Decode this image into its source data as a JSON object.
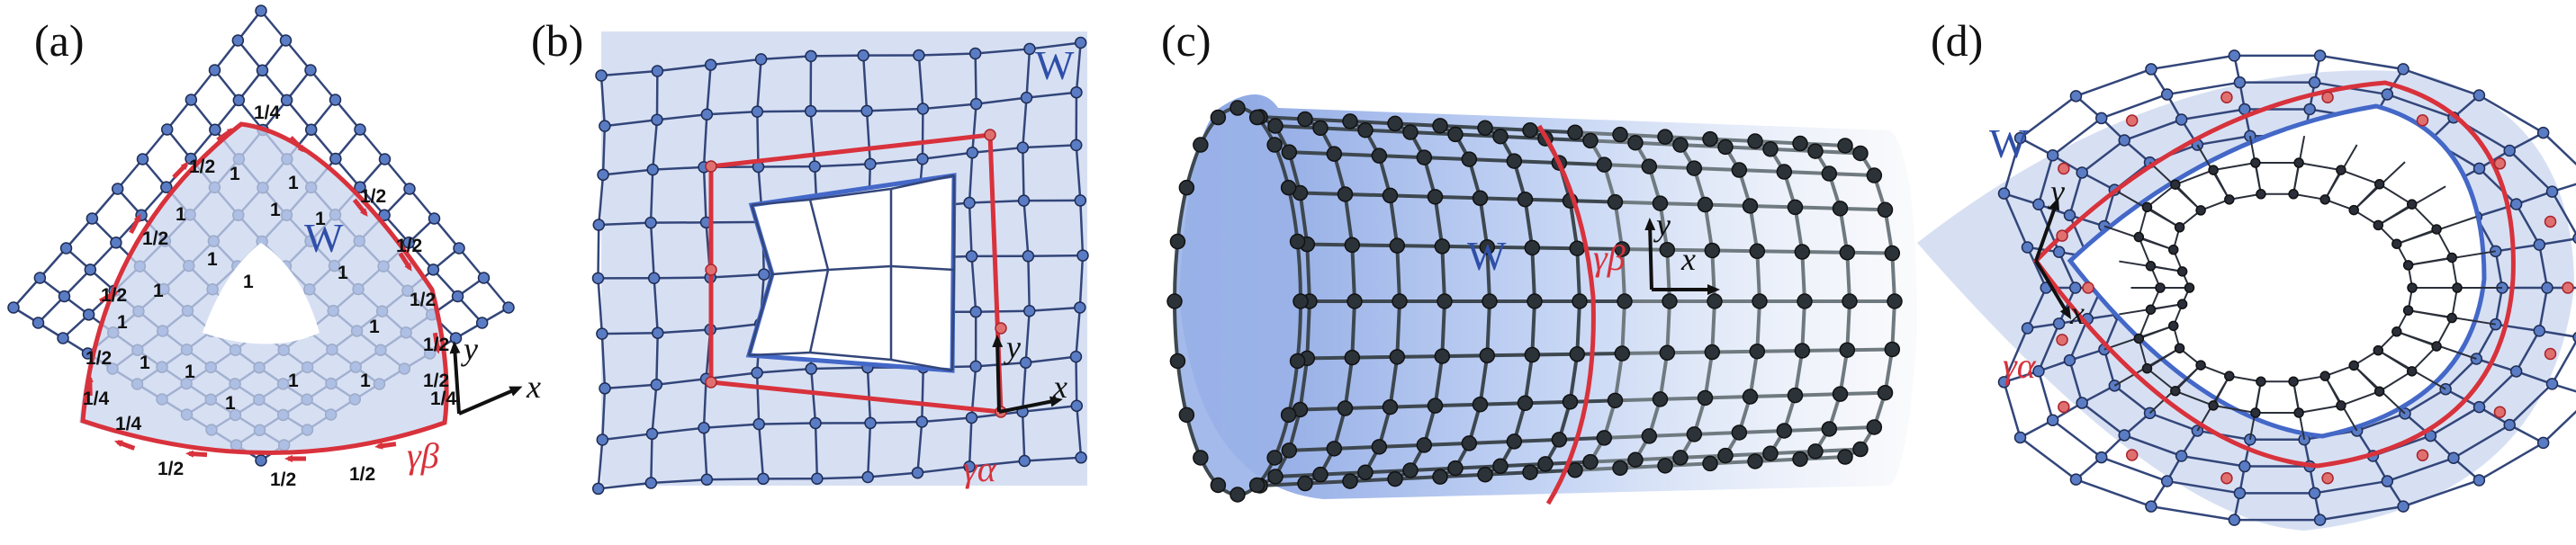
{
  "panels": [
    {
      "label": "(a)",
      "region": "W",
      "gamma": "γβ",
      "axes": [
        "x",
        "y"
      ],
      "weights": [
        "1/4",
        "1/2",
        "1/2",
        "1/2",
        "1/2",
        "1/2",
        "1/2",
        "1/4",
        "1/2",
        "1/2",
        "1/2",
        "1/2",
        "1/2",
        "1/2",
        "1/4",
        "1/4",
        "1",
        "1",
        "1",
        "1",
        "1",
        "1",
        "1",
        "1",
        "1",
        "1",
        "1",
        "1",
        "1",
        "1",
        "1",
        "1"
      ]
    },
    {
      "label": "(b)",
      "region": "W",
      "gamma": "γα",
      "axes": [
        "x",
        "y"
      ]
    },
    {
      "label": "(c)",
      "region": "W",
      "gamma": "γβ",
      "axes": [
        "x",
        "y"
      ]
    },
    {
      "label": "(d)",
      "region": "W",
      "gamma": "γα",
      "axes": [
        "x",
        "y"
      ]
    }
  ],
  "colors": {
    "mesh_line": "#33467a",
    "node": "#5a7cc4",
    "region_fill": "#c9d6ef",
    "loop": "#d8323c",
    "defect": "#4468c8",
    "cylinder_node": "#2b3238"
  }
}
